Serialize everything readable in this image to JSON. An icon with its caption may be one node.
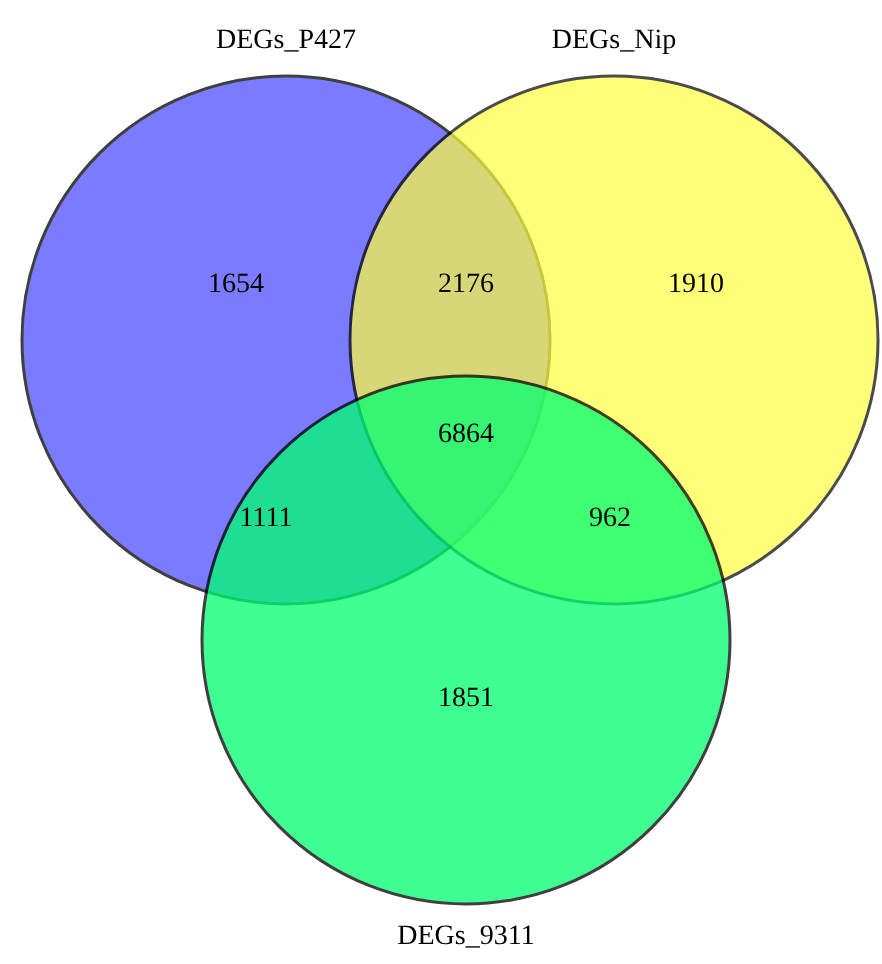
{
  "diagram": {
    "nodes": [
      {
        "text": [
          "DEGs_P427"
        ]
      },
      {
        "text": [
          "DEGs_Nip"
        ]
      },
      {
        "text": [
          "DEGs_9311"
        ]
      }
    ],
    "labels": [
      "1654",
      "2176",
      "1910",
      "6864",
      "1111",
      "962",
      "1851"
    ]
  }
}
